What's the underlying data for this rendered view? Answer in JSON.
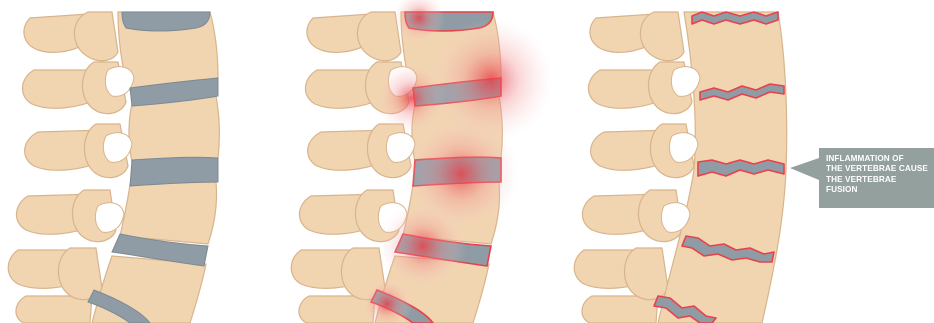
{
  "callout": {
    "lines": [
      "INFLAMMATION OF",
      "THE VERTEBRAE CAUSE",
      "THE VERTEBRAE",
      "FUSION"
    ]
  },
  "colors": {
    "bone": "#f1d5b0",
    "bone_outline": "#d8b48c",
    "disc": "#8f9ca5",
    "disc_dark": "#7c8993",
    "inflammation": "#e8414b",
    "callout_bg": "#93a09d",
    "callout_text": "#ffffff"
  },
  "panels": [
    {
      "name": "healthy-spine",
      "state": "normal"
    },
    {
      "name": "inflamed-spine",
      "state": "inflammation"
    },
    {
      "name": "fused-spine",
      "state": "fusion"
    }
  ]
}
